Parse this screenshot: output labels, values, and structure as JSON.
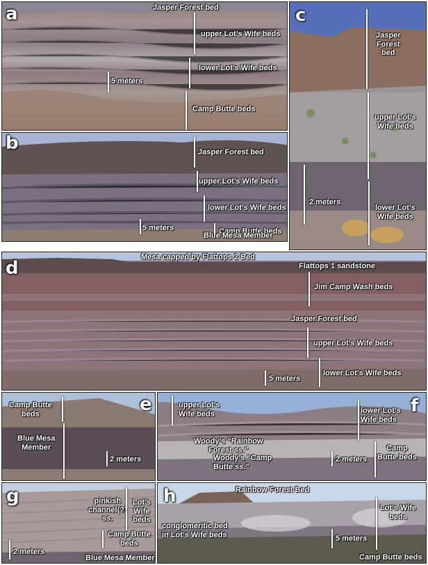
{
  "panels": {
    "a": {
      "letter": "a",
      "labels": {
        "jasper": "Jasper Forest bed",
        "upper": "upper Lot’s Wife beds",
        "lower": "lower Lot’s Wife beds",
        "scale": "5 meters",
        "camp": "Camp Butte beds"
      }
    },
    "b": {
      "letter": "b",
      "labels": {
        "jasper": "Jasper Forest bed",
        "upper": "upper Lot’s Wife beds",
        "lower": "lower Lot’s Wife beds",
        "scale": "5 meters",
        "camp": "Camp Butte beds",
        "member": "Blue Mesa Member"
      }
    },
    "c": {
      "letter": "c",
      "labels": {
        "jasper": "Jasper\nForest\nbed",
        "upper": "upper Lot’s\nWife beds",
        "scale": "2 meters",
        "lower": "lower Lot’s\nWife beds"
      }
    },
    "d": {
      "letter": "d",
      "labels": {
        "mesa": "Mesa capped by Flattops 2 Bed",
        "flattops": "Flattops 1 sandstone",
        "jimcamp": "Jim Camp Wash beds",
        "jasper": "Jasper Forest bed",
        "upper": "upper Lot’s Wife beds",
        "scale": "5 meters",
        "lower": "lower Lot’s Wife beds"
      }
    },
    "e": {
      "letter": "e",
      "labels": {
        "camp": "Camp Butte\nbeds",
        "member": "Blue Mesa\nMember",
        "scale": "2 meters"
      }
    },
    "f": {
      "letter": "f",
      "labels": {
        "upper": "upper Lot’s\nWife beds",
        "lower": "lower Lot’s\nWife beds",
        "rainbow": "Woody’s “Rainbow\nForest ss.”",
        "campss": "Woody’s “Camp\nButte ss.”",
        "scale": "2 meters",
        "camp": "Camp\nButte beds"
      }
    },
    "g": {
      "letter": "g",
      "labels": {
        "pinkish": "pinkish\nchannel(?)\nss.",
        "lots": "Lot’s\nWife\nbeds",
        "camp": "Camp Butte\nbeds",
        "scale": "2 meters",
        "member": "Blue Mesa Member"
      }
    },
    "h": {
      "letter": "h",
      "labels": {
        "rainbow": "Rainbow Forest Bed",
        "conglom": "conglomeritic bed\nin Lot’s Wife beds",
        "lots": "Lot’s Wife\nbeds",
        "scale": "5 meters",
        "camp": "Camp Butte beds"
      }
    }
  }
}
